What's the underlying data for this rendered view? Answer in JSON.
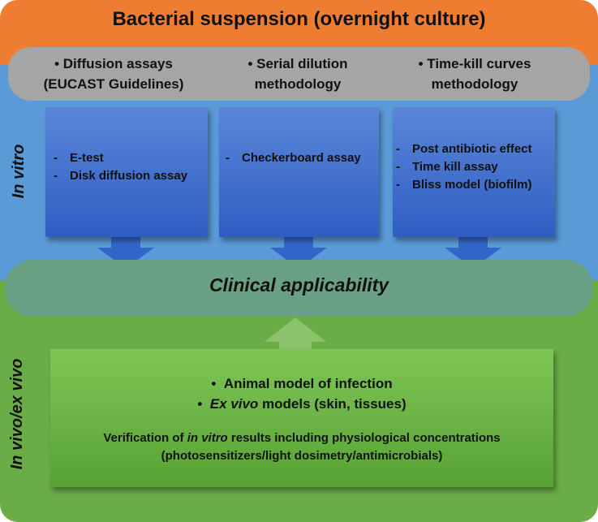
{
  "header": {
    "title": "Bacterial suspension (overnight culture)"
  },
  "methods": [
    {
      "lines": [
        "•  Diffusion assays",
        "(EUCAST Guidelines)"
      ]
    },
    {
      "lines": [
        "•  Serial dilution",
        "methodology"
      ]
    },
    {
      "lines": [
        "•  Time-kill curves",
        "methodology"
      ]
    }
  ],
  "assay_boxes": [
    {
      "items": [
        "E-test",
        "Disk diffusion assay"
      ]
    },
    {
      "items": [
        "Checkerboard assay"
      ]
    },
    {
      "items": [
        "Post antibiotic effect",
        "Time kill assay",
        "Bliss model (biofilm)"
      ]
    }
  ],
  "side_labels": {
    "in_vitro": "In vitro",
    "in_vivo": "In vivo/ex vivo"
  },
  "clinical": {
    "label": "Clinical applicability"
  },
  "in_vivo_box": {
    "bullet1": "Animal model of infection",
    "bullet2_italic": "Ex vivo",
    "bullet2_rest": " models (skin, tissues)",
    "verify_pre": "Verification of ",
    "verify_italic": "in vitro",
    "verify_post": " results including physiological concentrations",
    "verify_line2": "(photosensitizers/light dosimetry/antimicrobials)"
  },
  "colors": {
    "top_band": "#ee7d31",
    "in_vitro_band": "#5a9ad6",
    "in_vivo_band": "#6aad47",
    "methods_pill": "#a5a5a5",
    "assay_box": "#3b6ac9",
    "clinical_pill": "#6aa184",
    "green_box": "#6cb546"
  }
}
